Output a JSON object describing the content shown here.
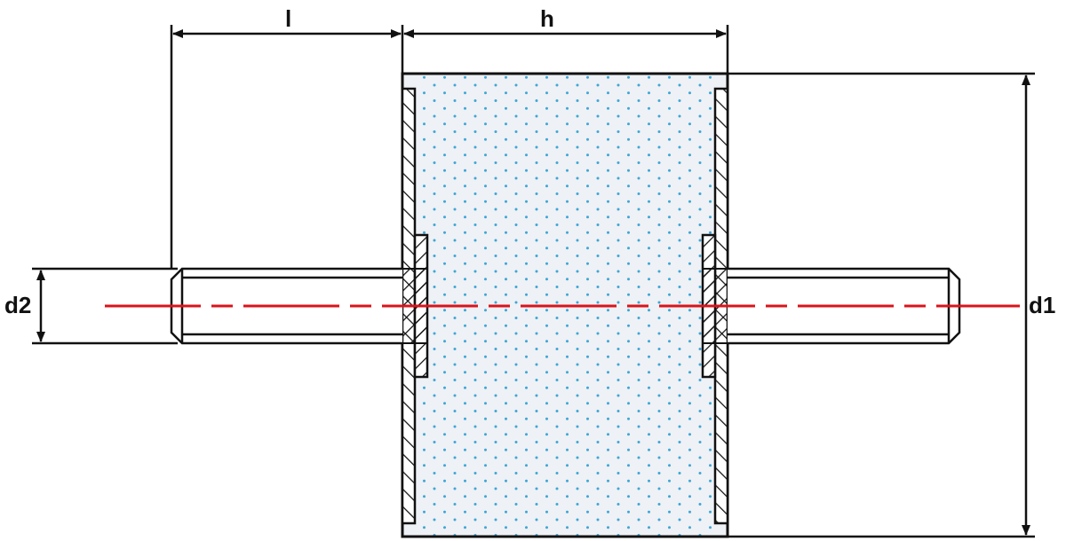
{
  "labels": {
    "length": "l",
    "height": "h",
    "stud_diameter": "d2",
    "body_diameter": "d1"
  },
  "colors": {
    "outline": "#111111",
    "centerline": "#d9141c",
    "body_fill": "#eef1f5",
    "dots": "#3fa6d6"
  }
}
